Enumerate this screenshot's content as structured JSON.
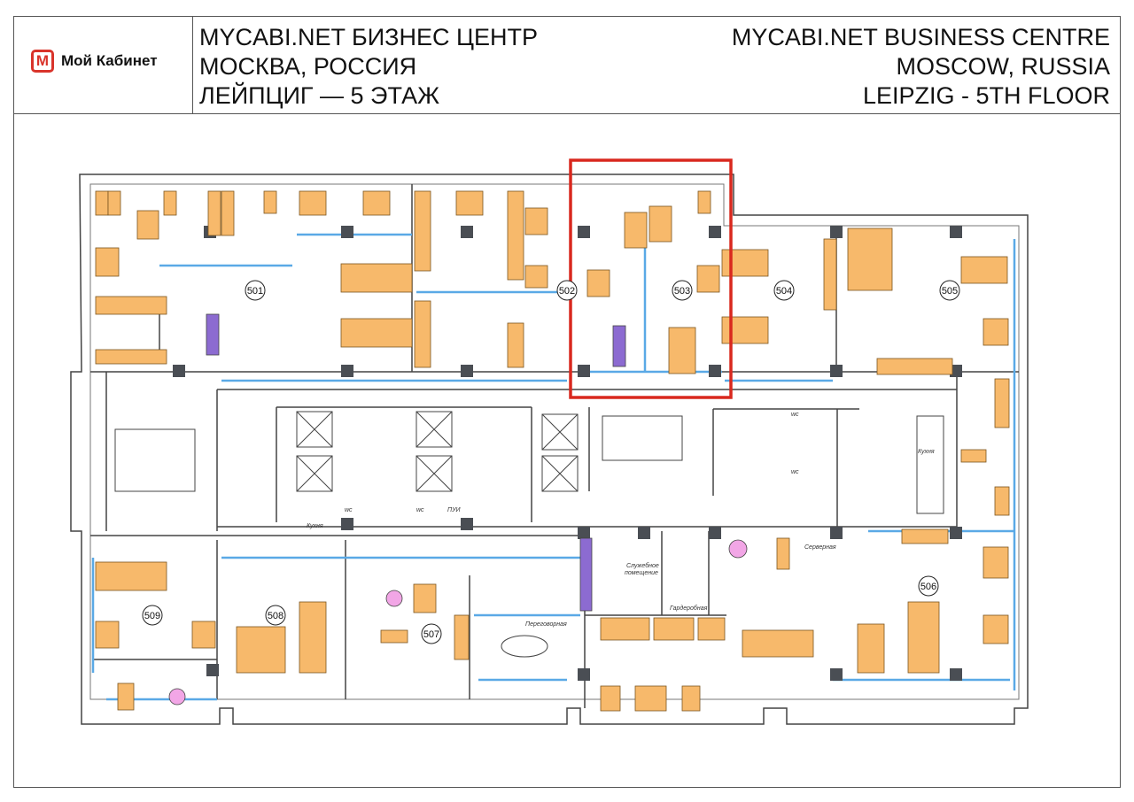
{
  "header": {
    "logo_text": "Мой Кабинет",
    "logo_mark": "М",
    "title_ru": [
      "MYCABI.NET БИЗНЕС ЦЕНТР",
      "МОСКВА, РОССИЯ",
      "ЛЕЙПЦИГ — 5 ЭТАЖ"
    ],
    "title_en": [
      "MYCABI.NET BUSINESS CENTRE",
      "MOSCOW, RUSSIA",
      "LEIPZIG - 5TH FLOOR"
    ]
  },
  "plan": {
    "rooms": [
      "501",
      "502",
      "503",
      "504",
      "505",
      "506",
      "507",
      "508",
      "509"
    ],
    "highlighted_room": "503",
    "labels": {
      "kitchen_center": "Кухня",
      "kitchen_left": "Кухня",
      "wc": "wc",
      "janitor": "ПУИ",
      "service_room": [
        "Служебное",
        "помещение"
      ],
      "wardrobe": "Гардеробная",
      "server_room": "Серверная",
      "meeting_room": "Переговорная"
    },
    "colors": {
      "desk": "#F7B96B",
      "highlight": "#D9281E",
      "partition": "#5AA9E6",
      "purple": "#8C6BD1",
      "pink": "#F2A6E6",
      "column": "#4a4e54"
    }
  }
}
